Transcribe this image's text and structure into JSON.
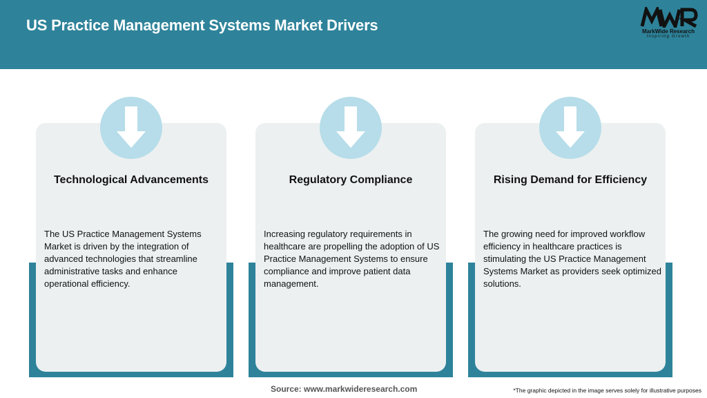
{
  "header": {
    "title": "US Practice Management Systems Market Drivers",
    "background_color": "#2e839a"
  },
  "logo": {
    "mark": "MWR",
    "name": "MarkWide Research",
    "tagline": "Inspiring Growth"
  },
  "cards": [
    {
      "icon": "arrow-down-icon",
      "title": "Technological Advancements",
      "text": "The US Practice Management Systems Market is driven by the integration of advanced technologies that streamline administrative tasks and enhance operational efficiency."
    },
    {
      "icon": "arrow-down-icon",
      "title": "Regulatory Compliance",
      "text": "Increasing regulatory requirements in healthcare are propelling the adoption of US Practice Management Systems to ensure compliance and improve patient data management."
    },
    {
      "icon": "arrow-down-icon",
      "title": "Rising Demand for Efficiency",
      "text": "The growing need for improved workflow efficiency in healthcare practices is stimulating the US Practice Management Systems Market as providers seek optimized solutions."
    }
  ],
  "colors": {
    "accent": "#2e839a",
    "card_bg": "#ecf0f1",
    "icon_circle": "#b6dde9"
  },
  "footer": {
    "source": "Source: www.markwideresearch.com",
    "disclaimer": "*The graphic depicted in the image serves solely for illustrative purposes"
  }
}
